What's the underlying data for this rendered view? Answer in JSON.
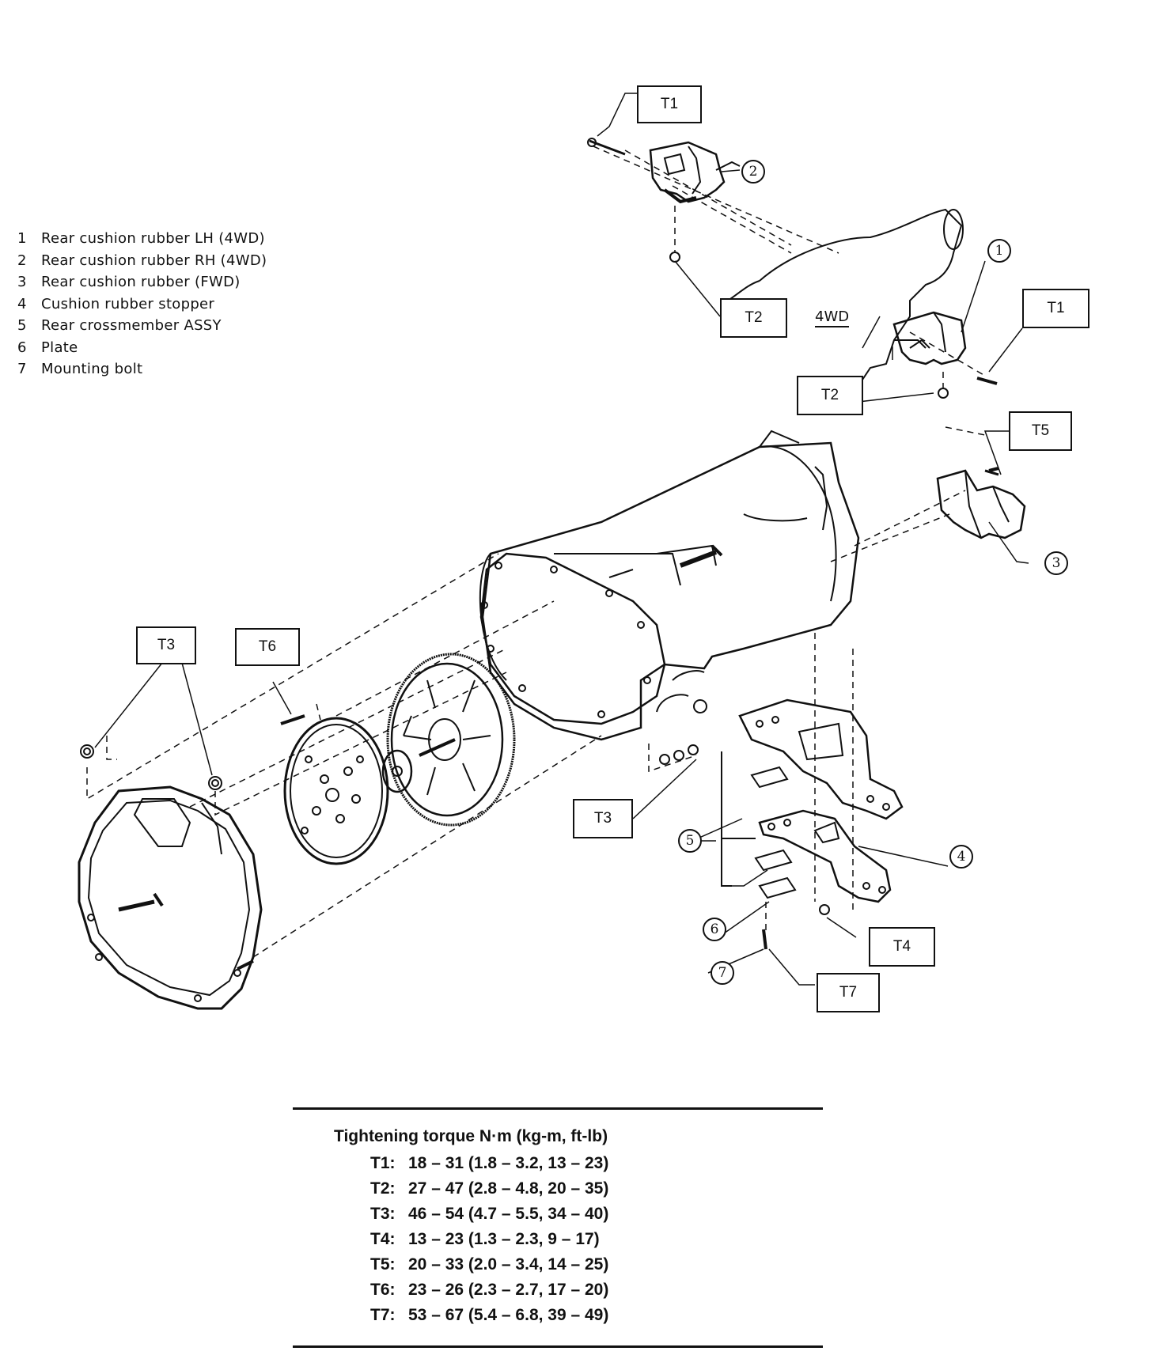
{
  "legend": [
    {
      "num": "1",
      "text": "Rear cushion rubber LH (4WD)"
    },
    {
      "num": "2",
      "text": "Rear cushion rubber RH (4WD)"
    },
    {
      "num": "3",
      "text": "Rear cushion rubber (FWD)"
    },
    {
      "num": "4",
      "text": "Cushion rubber stopper"
    },
    {
      "num": "5",
      "text": "Rear crossmember ASSY"
    },
    {
      "num": "6",
      "text": "Plate"
    },
    {
      "num": "7",
      "text": "Mounting bolt"
    }
  ],
  "labels": {
    "t1_top": "T1",
    "t1_right": "T1",
    "t2_top": "T2",
    "t2_mid": "T2",
    "t3_left": "T3",
    "t3_right": "T3",
    "t4": "T4",
    "t5": "T5",
    "t6": "T6",
    "t7": "T7",
    "variant": "4WD"
  },
  "callouts": {
    "c1": "1",
    "c2": "2",
    "c3": "3",
    "c4": "4",
    "c5": "5",
    "c6": "6",
    "c7": "7"
  },
  "torque": {
    "title": "Tightening torque   N·m (kg-m, ft-lb)",
    "rows": [
      {
        "key": "T1:",
        "value": "18 – 31 (1.8 – 3.2, 13 – 23)"
      },
      {
        "key": "T2:",
        "value": "27 – 47 (2.8 – 4.8, 20 – 35)"
      },
      {
        "key": "T3:",
        "value": "46 – 54 (4.7 – 5.5, 34 – 40)"
      },
      {
        "key": "T4:",
        "value": "13 – 23 (1.3 – 2.3, 9 – 17)"
      },
      {
        "key": "T5:",
        "value": "20 – 33 (2.0 – 3.4, 14 – 25)"
      },
      {
        "key": "T6:",
        "value": "23 – 26 (2.3 – 2.7, 17 – 20)"
      },
      {
        "key": "T7:",
        "value": "53 – 67 (5.4 – 6.8, 39 – 49)"
      }
    ]
  }
}
